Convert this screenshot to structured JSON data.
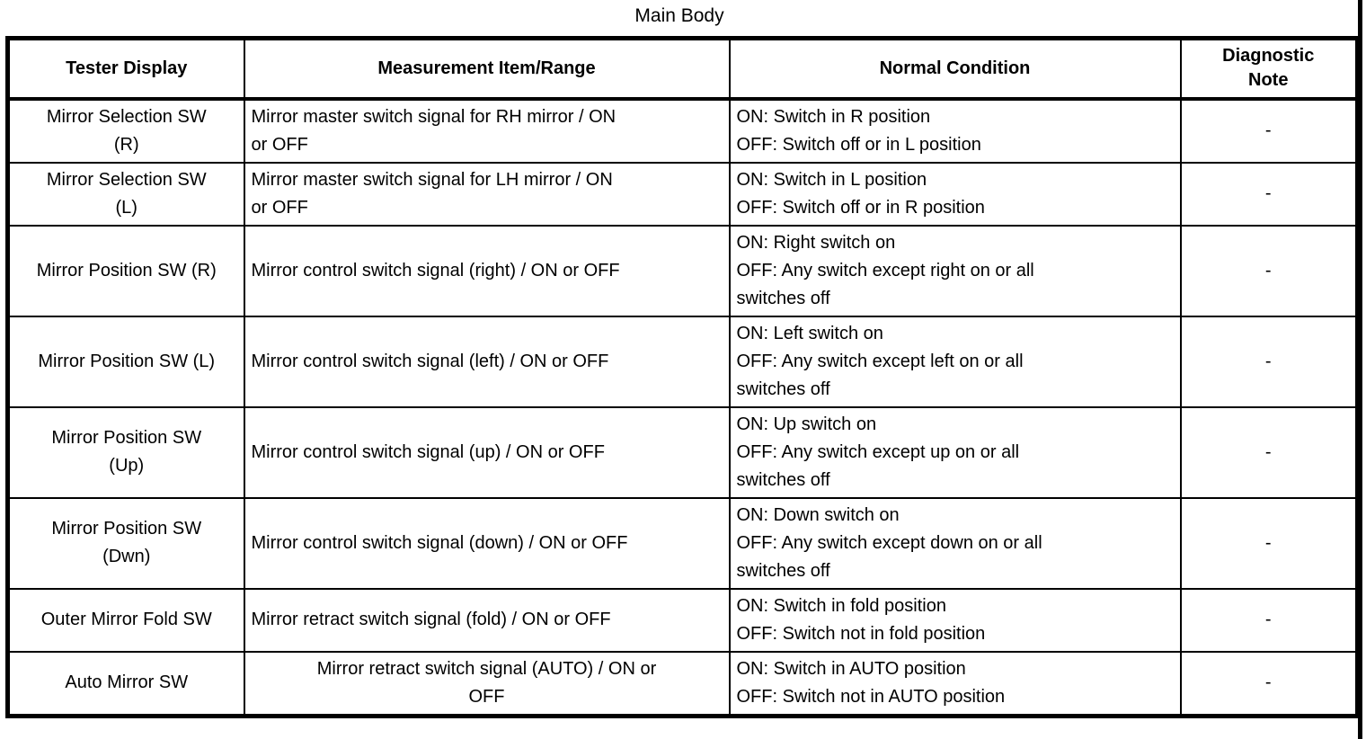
{
  "page": {
    "title": "Main Body"
  },
  "colors": {
    "text": "#000000",
    "background": "#ffffff",
    "border": "#000000"
  },
  "table": {
    "headers": [
      "Tester Display",
      "Measurement Item/Range",
      "Normal Condition",
      "Diagnostic Note"
    ],
    "rows": [
      {
        "tester_display": [
          "Mirror Selection SW",
          "(R)"
        ],
        "measurement": [
          "Mirror master switch signal for RH mirror / ON",
          "or OFF"
        ],
        "measurement_align": "left",
        "normal_condition": [
          "ON: Switch in R position",
          "OFF: Switch off or in L position"
        ],
        "diagnostic_note": "-"
      },
      {
        "tester_display": [
          "Mirror Selection SW",
          "(L)"
        ],
        "measurement": [
          "Mirror master switch signal for LH mirror / ON",
          "or OFF"
        ],
        "measurement_align": "left",
        "normal_condition": [
          "ON: Switch in L position",
          "OFF: Switch off or in R position"
        ],
        "diagnostic_note": "-"
      },
      {
        "tester_display": [
          "Mirror Position SW (R)"
        ],
        "measurement": [
          "Mirror control switch signal (right) / ON or OFF"
        ],
        "measurement_align": "left",
        "normal_condition": [
          "ON: Right switch on",
          "OFF: Any switch except right on or all",
          "switches off"
        ],
        "diagnostic_note": "-"
      },
      {
        "tester_display": [
          "Mirror Position SW (L)"
        ],
        "measurement": [
          "Mirror control switch signal (left) / ON or OFF"
        ],
        "measurement_align": "left",
        "normal_condition": [
          "ON: Left switch on",
          "OFF: Any switch except left on or all",
          "switches off"
        ],
        "diagnostic_note": "-"
      },
      {
        "tester_display": [
          "Mirror Position SW",
          "(Up)"
        ],
        "measurement": [
          "Mirror control switch signal (up) / ON or OFF"
        ],
        "measurement_align": "left",
        "normal_condition": [
          "ON: Up switch on",
          "OFF: Any switch except up on or all",
          "switches off"
        ],
        "diagnostic_note": "-"
      },
      {
        "tester_display": [
          "Mirror Position SW",
          "(Dwn)"
        ],
        "measurement": [
          "Mirror control switch signal (down) / ON or OFF"
        ],
        "measurement_align": "left",
        "normal_condition": [
          "ON: Down switch on",
          "OFF: Any switch except down on or all",
          "switches off"
        ],
        "diagnostic_note": "-"
      },
      {
        "tester_display": [
          "Outer Mirror Fold SW"
        ],
        "measurement": [
          "Mirror retract switch signal (fold) / ON or OFF"
        ],
        "measurement_align": "left",
        "normal_condition": [
          "ON: Switch in fold position",
          "OFF: Switch not in fold position"
        ],
        "diagnostic_note": "-"
      },
      {
        "tester_display": [
          "Auto Mirror SW"
        ],
        "measurement": [
          "Mirror retract switch signal (AUTO) / ON or",
          "OFF"
        ],
        "measurement_align": "center",
        "normal_condition": [
          "ON: Switch in AUTO position",
          "OFF: Switch not in AUTO position"
        ],
        "diagnostic_note": "-"
      }
    ]
  }
}
